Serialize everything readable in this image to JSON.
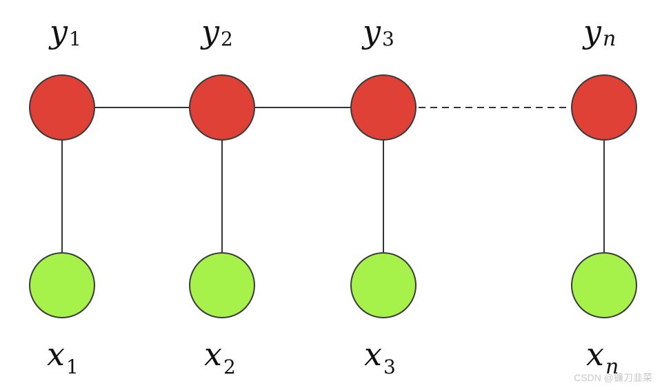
{
  "diagram": {
    "hidden_nodes": [
      {
        "var": "y",
        "sub": "1"
      },
      {
        "var": "y",
        "sub": "2"
      },
      {
        "var": "y",
        "sub": "3"
      },
      {
        "var": "y",
        "sub": "n"
      }
    ],
    "observed_nodes": [
      {
        "var": "x",
        "sub": "1"
      },
      {
        "var": "x",
        "sub": "2"
      },
      {
        "var": "x",
        "sub": "3"
      },
      {
        "var": "x",
        "sub": "n"
      }
    ],
    "colors": {
      "hidden_fill": "#e04136",
      "observed_fill": "#a6f24a",
      "node_stroke": "#3a3a3a",
      "edge": "#333333"
    },
    "edges": [
      {
        "from": "y1",
        "to": "y2",
        "style": "solid"
      },
      {
        "from": "y2",
        "to": "y3",
        "style": "solid"
      },
      {
        "from": "y3",
        "to": "yn",
        "style": "dashed"
      },
      {
        "from": "y1",
        "to": "x1",
        "style": "solid"
      },
      {
        "from": "y2",
        "to": "x2",
        "style": "solid"
      },
      {
        "from": "y3",
        "to": "x3",
        "style": "solid"
      },
      {
        "from": "yn",
        "to": "xn",
        "style": "solid"
      }
    ]
  },
  "watermark": "CSDN @镰刀韭菜"
}
